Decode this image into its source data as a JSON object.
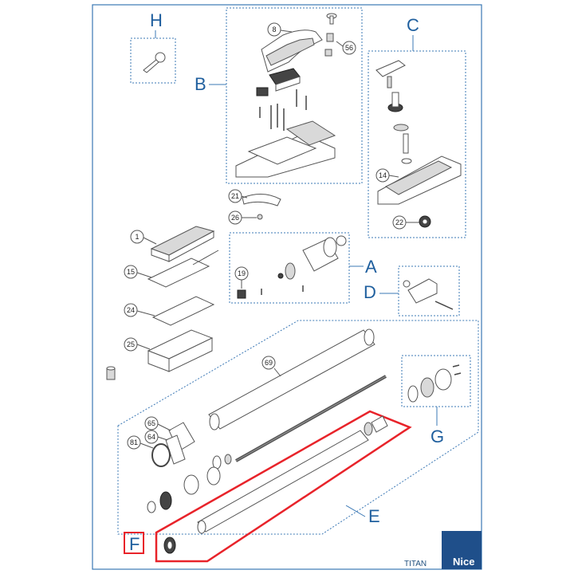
{
  "diagram": {
    "model": "TITAN",
    "brand": "Nice",
    "groups": [
      "A",
      "B",
      "C",
      "D",
      "E",
      "F",
      "G",
      "H"
    ],
    "callouts": [
      "1",
      "8",
      "14",
      "15",
      "19",
      "21",
      "22",
      "24",
      "25",
      "26",
      "56",
      "64",
      "65",
      "69",
      "81"
    ],
    "colors": {
      "frame": "#3b78b5",
      "letter": "#1f5f9e",
      "highlight": "#e8232a",
      "brand_bg": "#1f4f8a"
    }
  }
}
